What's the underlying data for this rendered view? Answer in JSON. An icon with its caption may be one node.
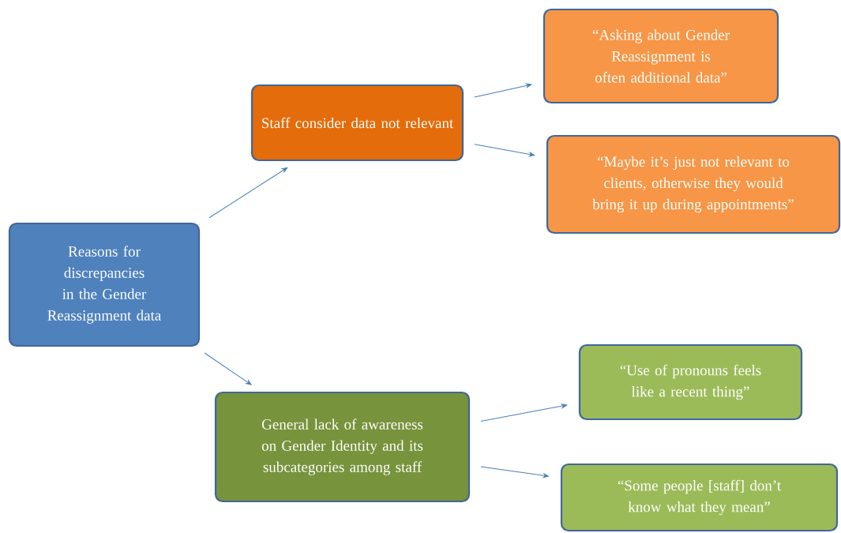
{
  "diagram": {
    "nodes": [
      {
        "text": [
          "Reasons for discrepancies in the Gender Reassignment data"
        ]
      },
      {
        "text": [
          "Staff consider data not relevant"
        ]
      },
      {
        "text": [
          "“Asking about Gender Reassignment is often additional data”"
        ]
      },
      {
        "text": [
          "“Maybe it’s just not relevant to clients, otherwise they would bring it up during appointments”"
        ]
      },
      {
        "text": [
          "General lack of awareness on Gender Identity and its subcategories among staff"
        ]
      },
      {
        "text": [
          "“Use of pronouns feels like a recent thing”"
        ]
      },
      {
        "text": [
          "“Some people [staff] don’t know what they mean”"
        ]
      }
    ],
    "edges": [
      {
        "from": 0,
        "to": 1,
        "arrow": "to"
      },
      {
        "from": 0,
        "to": 4,
        "arrow": "to"
      },
      {
        "from": 1,
        "to": 2,
        "arrow": "to"
      },
      {
        "from": 1,
        "to": 3,
        "arrow": "to"
      },
      {
        "from": 4,
        "to": 5,
        "arrow": "to"
      },
      {
        "from": 4,
        "to": 6,
        "arrow": "to"
      }
    ]
  }
}
